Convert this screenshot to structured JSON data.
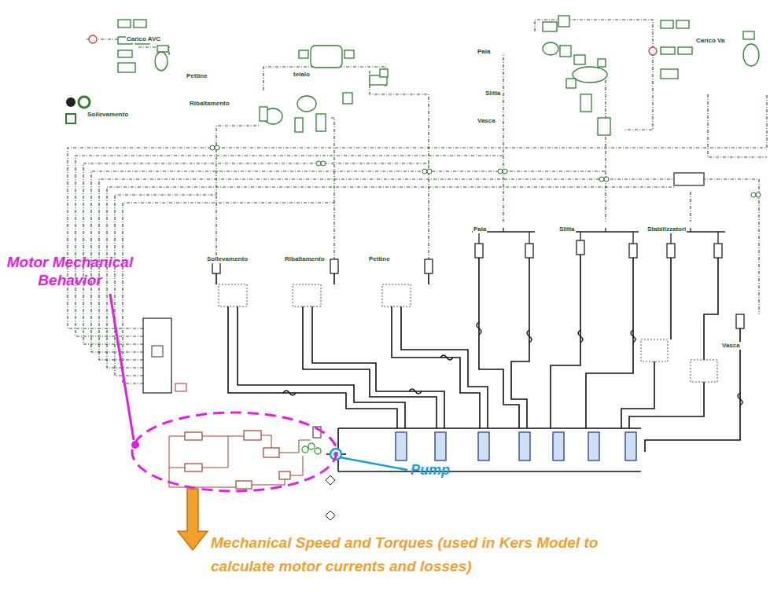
{
  "diagram": {
    "labels": [
      "Carico AVC",
      "Pettine",
      "telaio",
      "Ribaltamento",
      "Sollevamento",
      "Pala",
      "Slitta",
      "Vasca",
      "Carico Va",
      "Sollevamento",
      "Ribaltamento",
      "Pettine",
      "Pala",
      "Slitta",
      "Stabilizzatori",
      "Vasca",
      "Motor Mechanical Behavior",
      "Pump",
      "Mechanical Speed and Torques (used in Kers Model to calculate motor currents and losses)"
    ]
  }
}
